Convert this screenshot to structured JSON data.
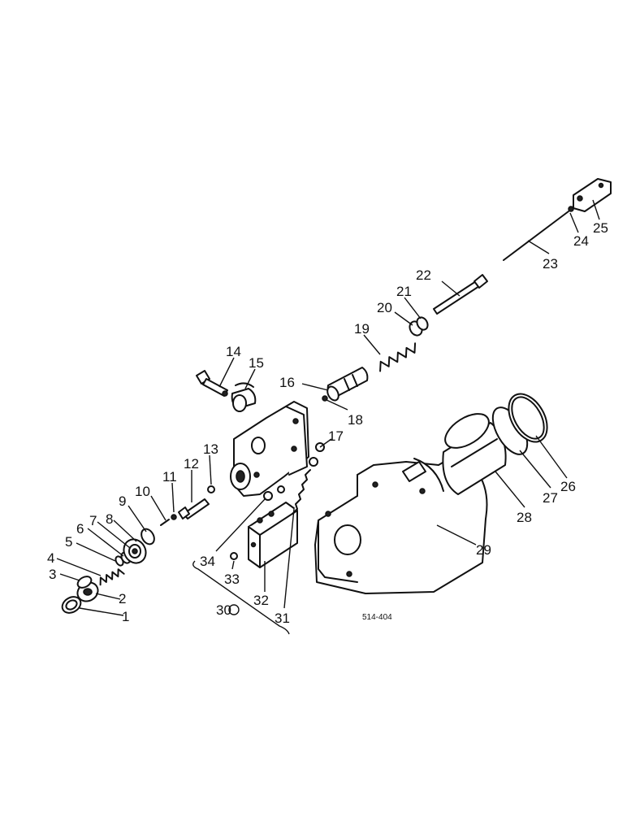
{
  "diagram": {
    "callouts": [
      "1",
      "2",
      "3",
      "4",
      "5",
      "6",
      "7",
      "8",
      "9",
      "10",
      "11",
      "12",
      "13",
      "14",
      "15",
      "16",
      "17",
      "18",
      "19",
      "20",
      "21",
      "22",
      "23",
      "24",
      "25",
      "26",
      "27",
      "28",
      "29",
      "30",
      "31",
      "32",
      "33",
      "34"
    ],
    "drawing_code": "514-404"
  },
  "colors": {
    "line": "#111111",
    "paper": "#ffffff"
  }
}
